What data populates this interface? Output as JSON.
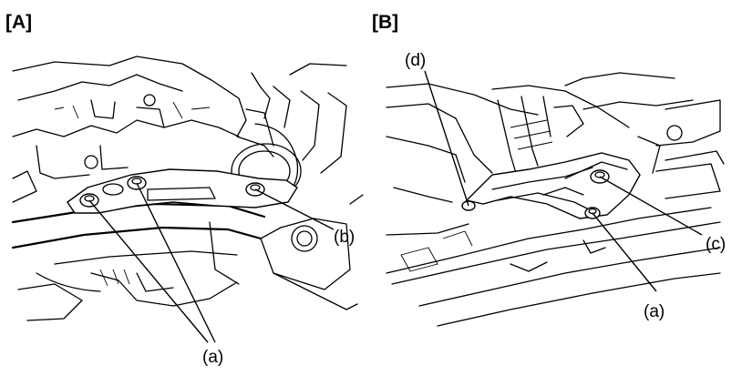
{
  "panels": [
    {
      "id": "A",
      "title": "[A]",
      "callouts": [
        {
          "id": "a",
          "label": "(a)"
        },
        {
          "id": "b",
          "label": "(b)"
        }
      ]
    },
    {
      "id": "B",
      "title": "[B]",
      "callouts": [
        {
          "id": "d",
          "label": "(d)"
        },
        {
          "id": "c",
          "label": "(c)"
        },
        {
          "id": "a",
          "label": "(a)"
        }
      ]
    }
  ]
}
